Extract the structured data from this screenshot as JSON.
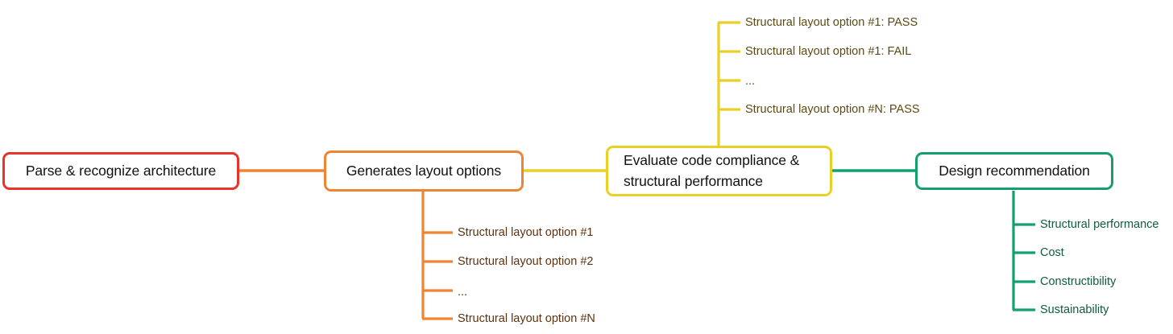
{
  "diagram": {
    "type": "flow-mindmap",
    "colors": {
      "red": "#e8322a",
      "orange": "#ef8432",
      "yellow": "#e8d024",
      "green": "#13a06c",
      "leaf_text_yellow": "#5c4a13",
      "leaf_text_orange": "#5c3310",
      "leaf_text_green": "#0f5c3f",
      "background": "#ffffff",
      "node_text": "#111111"
    },
    "nodes": [
      {
        "id": "parse",
        "label": "Parse & recognize architecture",
        "accent": "#e8322a"
      },
      {
        "id": "generates",
        "label": "Generates layout options",
        "accent": "#ef8432"
      },
      {
        "id": "evaluate",
        "label": "Evaluate code compliance & structural performance",
        "line1": "Evaluate code compliance &",
        "line2": "structural performance",
        "accent": "#e8d024"
      },
      {
        "id": "design",
        "label": "Design recommendation",
        "accent": "#13a06c"
      }
    ],
    "branches": {
      "evaluate_up": {
        "parent": "evaluate",
        "accent": "#e8d024",
        "items": [
          "Structural layout option #1: PASS",
          "Structural layout option #1: FAIL",
          "...",
          "Structural layout option #N: PASS"
        ]
      },
      "generates_down": {
        "parent": "generates",
        "accent": "#ef8432",
        "items": [
          "Structural layout option #1",
          "Structural layout option #2",
          "...",
          "Structural layout option #N"
        ]
      },
      "design_down": {
        "parent": "design",
        "accent": "#13a06c",
        "items": [
          "Structural performance",
          "Cost",
          "Constructibility",
          "Sustainability"
        ]
      }
    }
  }
}
